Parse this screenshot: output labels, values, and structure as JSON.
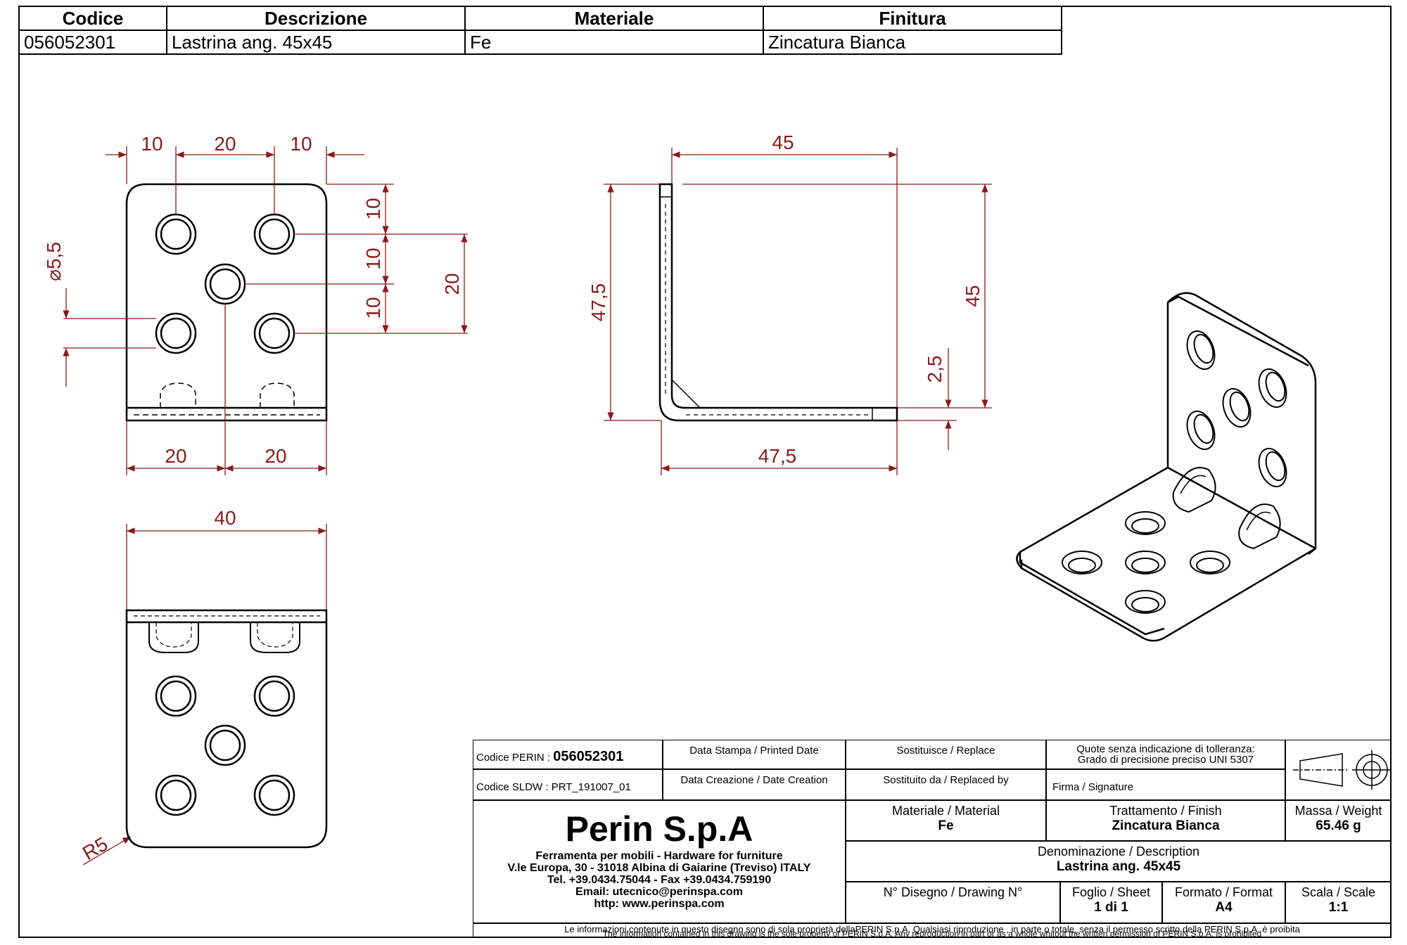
{
  "parts_table": {
    "headers": [
      "Codice",
      "Descrizione",
      "Materiale",
      "Finitura"
    ],
    "row": [
      "056052301",
      "Lastrina ang. 45x45",
      "Fe",
      "Zincatura Bianca"
    ]
  },
  "dimensions": {
    "front_top": [
      "10",
      "20",
      "10"
    ],
    "front_right": [
      "10",
      "10",
      "10"
    ],
    "front_right_total": "20",
    "hole_diameter": "⌀5,5",
    "front_bottom": [
      "20",
      "20"
    ],
    "plan_width": "40",
    "corner_radius": "R5",
    "side_top": "45",
    "side_left": "47,5",
    "side_right": "45",
    "side_thickness": "2,5",
    "side_bottom": "47,5"
  },
  "title_block": {
    "codice_perin_label": "Codice PERIN :",
    "codice_perin_value": "056052301",
    "codice_sldw": "Codice SLDW : PRT_191007_01",
    "printed_date": "Data Stampa / Printed Date",
    "creation_date": "Data Creazione / Date Creation",
    "replace": "Sostituisce / Replace",
    "replaced_by": "Sostituito da / Replaced by",
    "tolerance_1": "Quote senza indicazione di tolleranza:",
    "tolerance_2": "Grado di precisione preciso UNI 5307",
    "signature": "Firma / Signature",
    "company": "Perin S.p.A",
    "address_1": "Ferramenta per mobili - Hardware for furniture",
    "address_2": "V.le Europa, 30 - 31018 Albina di Gaiarine (Treviso) ITALY",
    "address_3": "Tel. +39.0434.75044 - Fax +39.0434.759190",
    "address_4": "Email: utecnico@perinspa.com",
    "address_5": "http: www.perinspa.com",
    "material_label": "Materiale / Material",
    "material_value": "Fe",
    "finish_label": "Trattamento / Finish",
    "finish_value": "Zincatura Bianca",
    "weight_label": "Massa / Weight",
    "weight_value": "65.46 g",
    "description_label": "Denominazione / Description",
    "description_value": "Lastrina ang. 45x45",
    "drawing_no_label": "N° Disegno / Drawing N°",
    "sheet_label": "Foglio / Sheet",
    "sheet_value": "1 di 1",
    "format_label": "Formato / Format",
    "format_value": "A4",
    "scale_label": "Scala / Scale",
    "scale_value": "1:1",
    "legal_it": "Le informazioni contenute in questo disegno sono di sola proprietà dellaPERIN S.p.A. Qualsiasi riproduzione , in parte o totale, senza il permesso scritto della PERIN S.p.A. è proibita",
    "legal_en": "The information contained in this drawing is the sole property of PERIN S.p.A. Any reproduction in part or as a whole whitout the written permission of PERIN S.p.A. is prohibited"
  },
  "colors": {
    "dimension": "#8B1A1A",
    "line": "#000000"
  }
}
